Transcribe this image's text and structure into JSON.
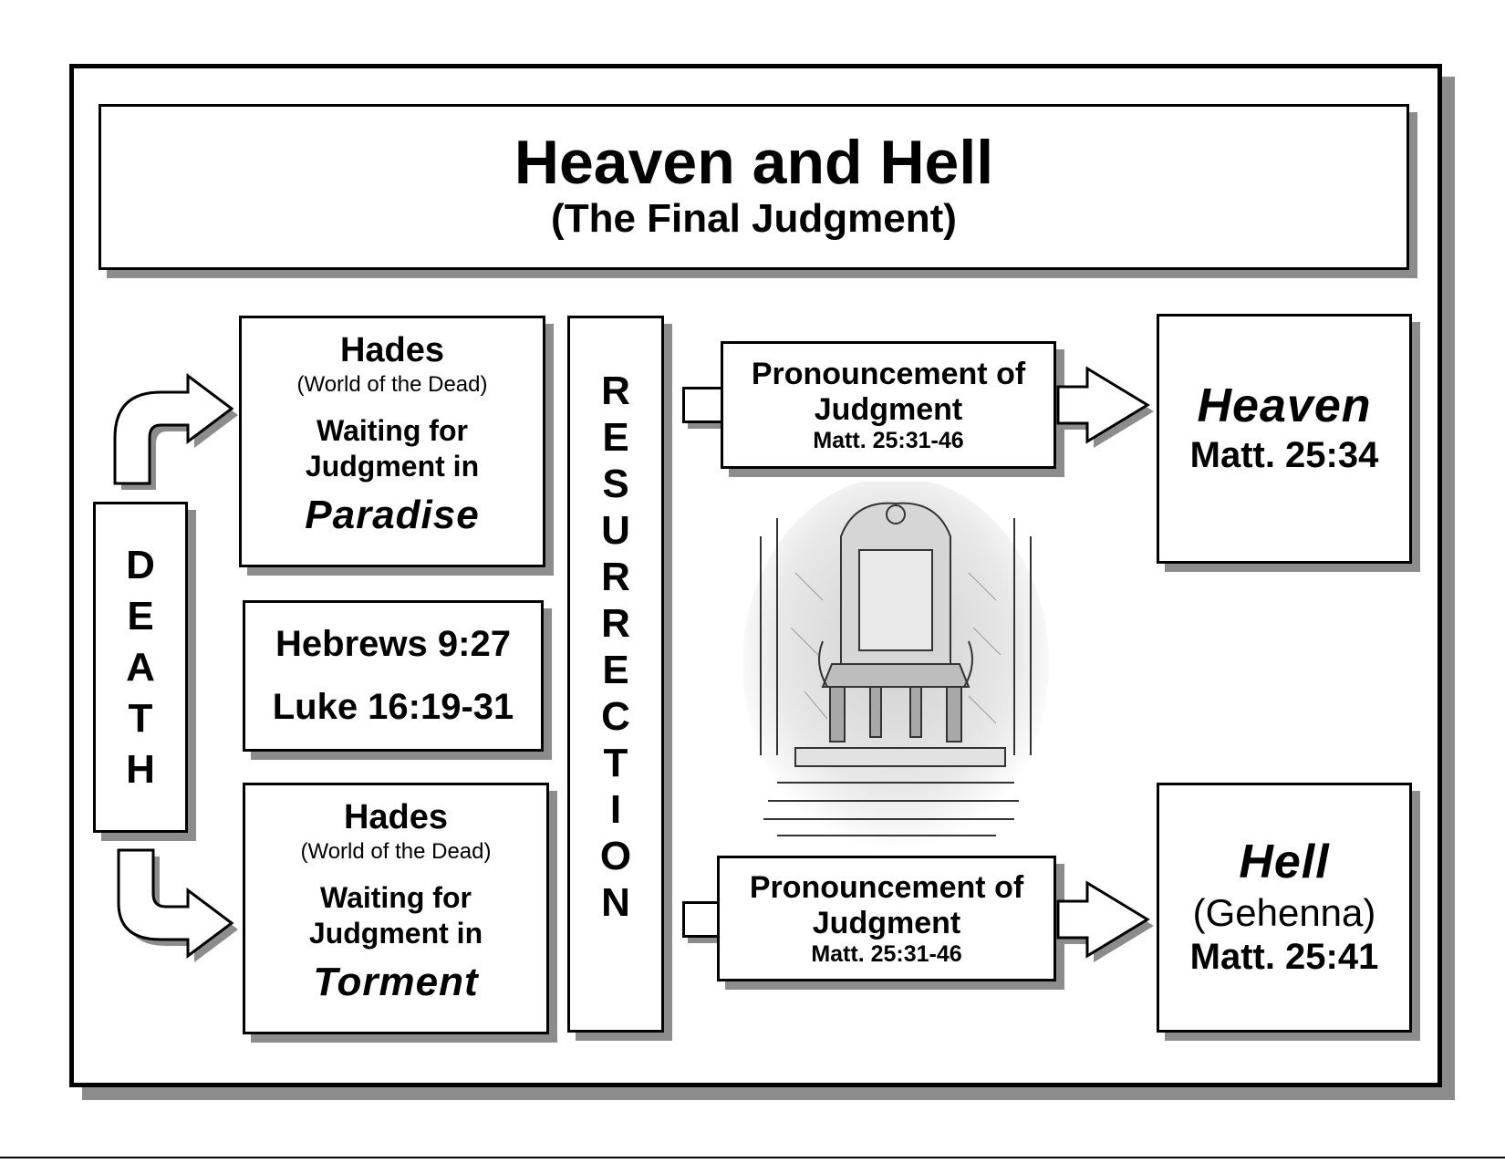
{
  "title": "Heaven and Hell",
  "subtitle": "(The Final Judgment)",
  "death": [
    "D",
    "E",
    "A",
    "T",
    "H"
  ],
  "resurrection": [
    "R",
    "E",
    "S",
    "U",
    "R",
    "R",
    "E",
    "C",
    "T",
    "I",
    "O",
    "N"
  ],
  "hades_paradise": {
    "heading": "Hades",
    "subheading": "(World of the Dead)",
    "line1": "Waiting for",
    "line2": "Judgment in",
    "place": "Paradise"
  },
  "hades_torment": {
    "heading": "Hades",
    "subheading": "(World of the Dead)",
    "line1": "Waiting for",
    "line2": "Judgment in",
    "place": "Torment"
  },
  "scriptures": {
    "ref1": "Hebrews 9:27",
    "ref2": "Luke 16:19-31"
  },
  "judgment_top": {
    "line1": "Pronouncement of",
    "line2": "Judgment",
    "ref": "Matt. 25:31-46"
  },
  "judgment_bottom": {
    "line1": "Pronouncement of",
    "line2": "Judgment",
    "ref": "Matt. 25:31-46"
  },
  "heaven": {
    "name": "Heaven",
    "ref": "Matt. 25:34"
  },
  "hell": {
    "name": "Hell",
    "alt": "(Gehenna)",
    "ref": "Matt. 25:41"
  },
  "colors": {
    "line": "#000000",
    "shadow": "#8c8c8c",
    "background": "#ffffff"
  }
}
